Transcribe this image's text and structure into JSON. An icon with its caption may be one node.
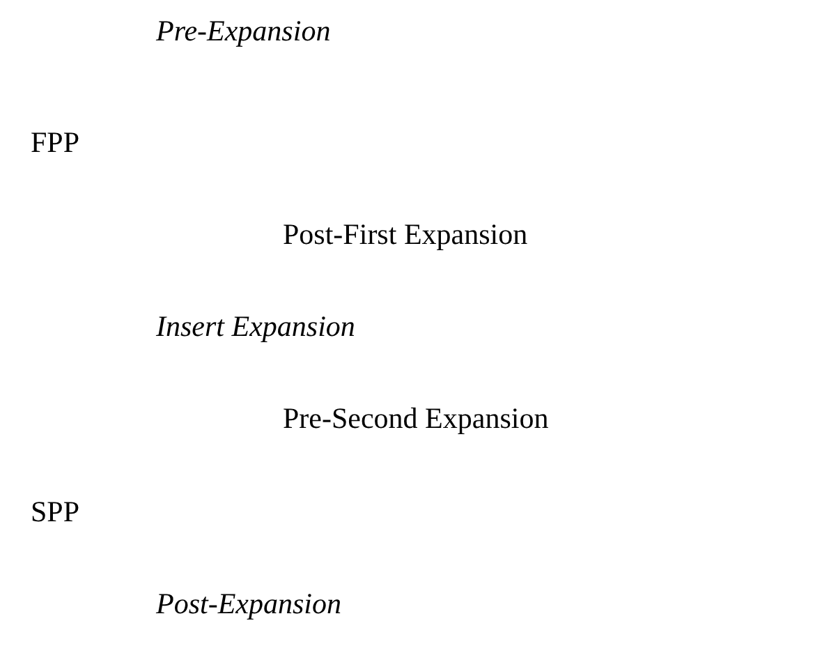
{
  "diagram": {
    "labels": [
      "Pre-Expansion",
      "FPP",
      "Post-First Expansion",
      "Insert Expansion",
      "Pre-Second Expansion",
      "SPP",
      "Post-Expansion"
    ]
  }
}
